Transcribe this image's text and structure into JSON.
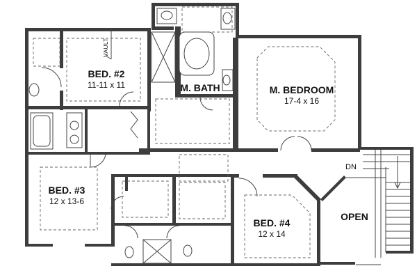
{
  "plan": {
    "rooms": {
      "bed2": {
        "name": "BED. #2",
        "dims": "11-11 x 11"
      },
      "mbath": {
        "name": "M. BATH"
      },
      "mbed": {
        "name": "M. BEDROOM",
        "dims": "17-4 x 16"
      },
      "bed3": {
        "name": "BED. #3",
        "dims": "12 x 13-6"
      },
      "bed4": {
        "name": "BED. #4",
        "dims": "12 x 14"
      },
      "open": {
        "name": "OPEN"
      }
    },
    "labels": {
      "vault": "VAULT",
      "stair_dn": "DN"
    },
    "colors": {
      "walls": "#3d3d3d",
      "lines": "#444444"
    }
  }
}
